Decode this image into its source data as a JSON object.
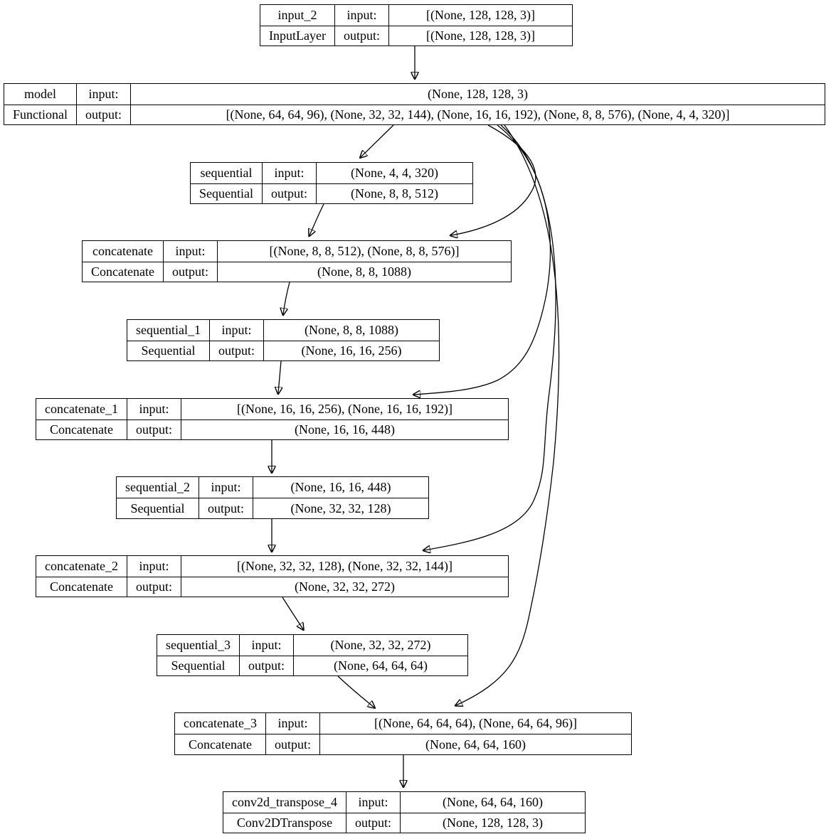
{
  "labels": {
    "input": "input:",
    "output": "output:"
  },
  "colors": {
    "background": "#ffffff",
    "node_border": "#000000",
    "edge": "#000000",
    "text": "#000000"
  },
  "nodes": [
    {
      "name": "input_2",
      "type": "InputLayer",
      "input": "[(None, 128, 128, 3)]",
      "output": "[(None, 128, 128, 3)]"
    },
    {
      "name": "model",
      "type": "Functional",
      "input": "(None, 128, 128, 3)",
      "output": "[(None, 64, 64, 96), (None, 32, 32, 144), (None, 16, 16, 192), (None, 8, 8, 576), (None, 4, 4, 320)]"
    },
    {
      "name": "sequential",
      "type": "Sequential",
      "input": "(None, 4, 4, 320)",
      "output": "(None, 8, 8, 512)"
    },
    {
      "name": "concatenate",
      "type": "Concatenate",
      "input": "[(None, 8, 8, 512), (None, 8, 8, 576)]",
      "output": "(None, 8, 8, 1088)"
    },
    {
      "name": "sequential_1",
      "type": "Sequential",
      "input": "(None, 8, 8, 1088)",
      "output": "(None, 16, 16, 256)"
    },
    {
      "name": "concatenate_1",
      "type": "Concatenate",
      "input": "[(None, 16, 16, 256), (None, 16, 16, 192)]",
      "output": "(None, 16, 16, 448)"
    },
    {
      "name": "sequential_2",
      "type": "Sequential",
      "input": "(None, 16, 16, 448)",
      "output": "(None, 32, 32, 128)"
    },
    {
      "name": "concatenate_2",
      "type": "Concatenate",
      "input": "[(None, 32, 32, 128), (None, 32, 32, 144)]",
      "output": "(None, 32, 32, 272)"
    },
    {
      "name": "sequential_3",
      "type": "Sequential",
      "input": "(None, 32, 32, 272)",
      "output": "(None, 64, 64, 64)"
    },
    {
      "name": "concatenate_3",
      "type": "Concatenate",
      "input": "[(None, 64, 64, 64), (None, 64, 64, 96)]",
      "output": "(None, 64, 64, 160)"
    },
    {
      "name": "conv2d_transpose_4",
      "type": "Conv2DTranspose",
      "input": "(None, 64, 64, 160)",
      "output": "(None, 128, 128, 3)"
    }
  ],
  "edges": [
    {
      "from": "input_2",
      "to": "model"
    },
    {
      "from": "model",
      "to": "sequential"
    },
    {
      "from": "model",
      "to": "concatenate"
    },
    {
      "from": "model",
      "to": "concatenate_1"
    },
    {
      "from": "model",
      "to": "concatenate_2"
    },
    {
      "from": "model",
      "to": "concatenate_3"
    },
    {
      "from": "sequential",
      "to": "concatenate"
    },
    {
      "from": "concatenate",
      "to": "sequential_1"
    },
    {
      "from": "sequential_1",
      "to": "concatenate_1"
    },
    {
      "from": "concatenate_1",
      "to": "sequential_2"
    },
    {
      "from": "sequential_2",
      "to": "concatenate_2"
    },
    {
      "from": "concatenate_2",
      "to": "sequential_3"
    },
    {
      "from": "sequential_3",
      "to": "concatenate_3"
    },
    {
      "from": "concatenate_3",
      "to": "conv2d_transpose_4"
    }
  ]
}
